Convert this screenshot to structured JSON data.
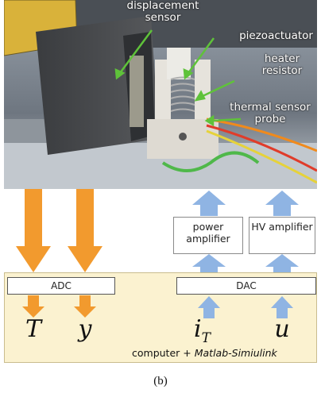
{
  "photo_labels": {
    "displacement_sensor": "displacement sensor",
    "piezoactuator": "piezoactuator",
    "heater_resistor": "heater resistor",
    "thermal_sensor_probe": "thermal sensor probe"
  },
  "blocks": {
    "power_amplifier": "power amplifier",
    "hv_amplifier": "HV amplifier",
    "adc": "ADC",
    "dac": "DAC"
  },
  "signals": {
    "temperature": "T",
    "displacement": "y",
    "current": "i",
    "current_subscript": "T",
    "voltage": "u"
  },
  "computer": {
    "prefix": "computer + ",
    "software": "Matlab-Simiulink"
  },
  "caption": "(b)",
  "colors": {
    "output_arrow": "#f29a2e",
    "input_arrow": "#8fb4e3",
    "annotation_arrow": "#5fc23a",
    "computer_panel": "#fbf2d0"
  }
}
